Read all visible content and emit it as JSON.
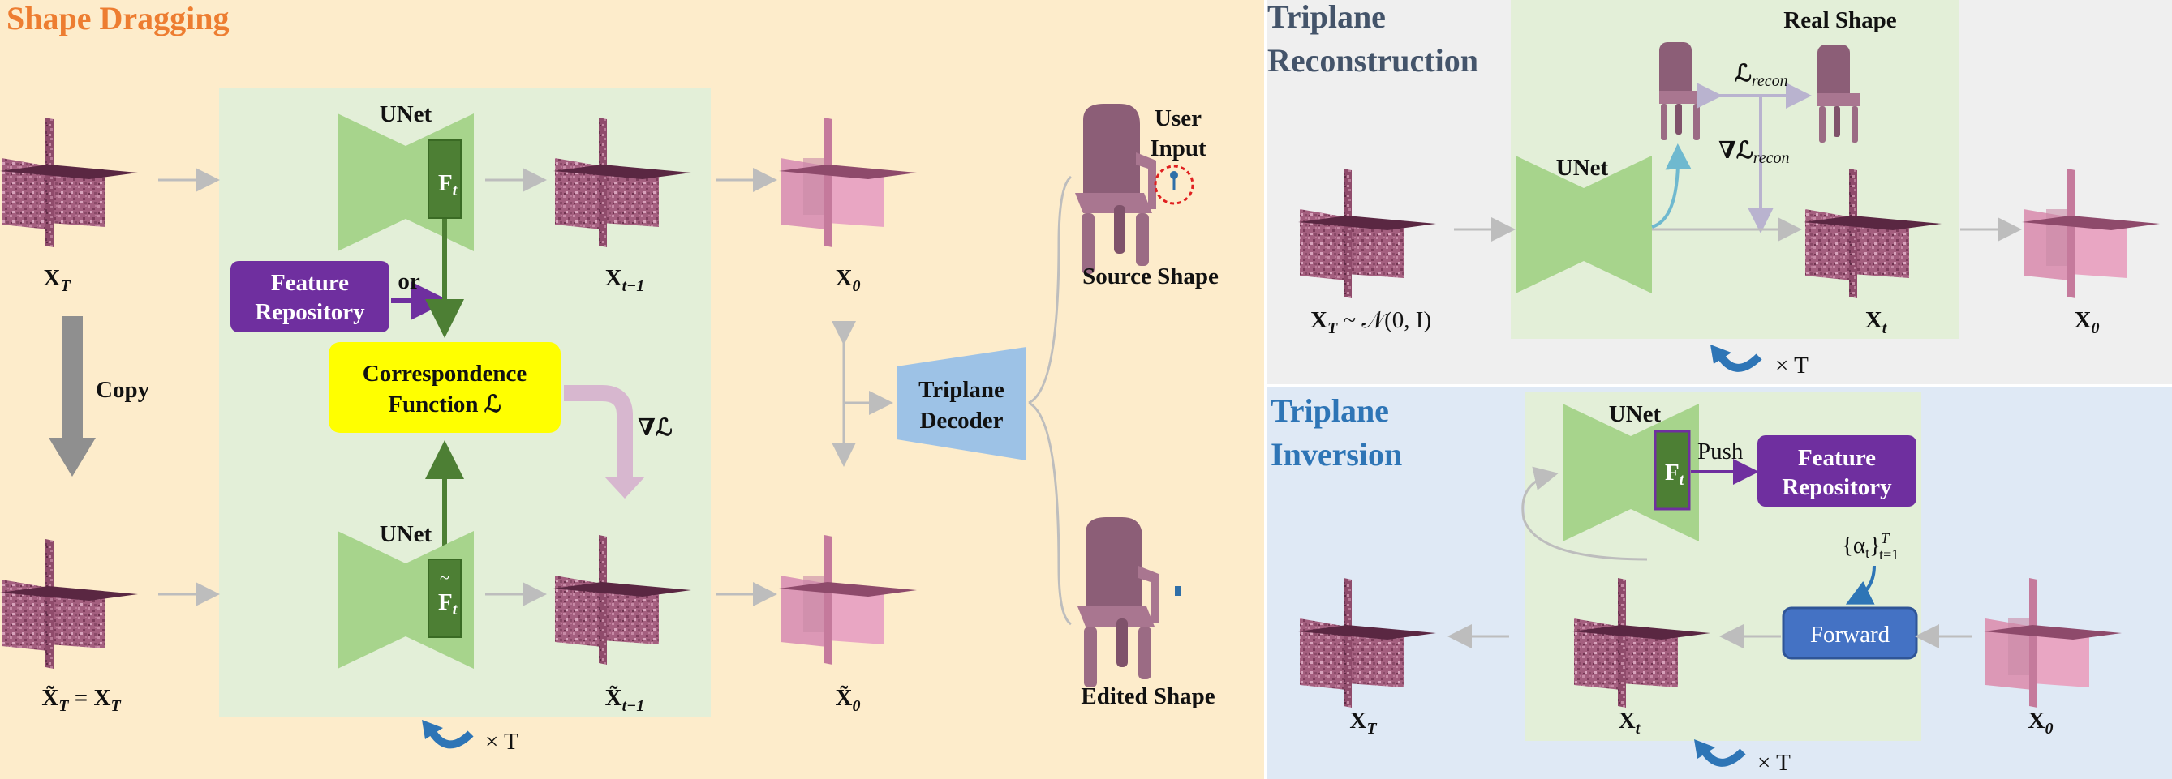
{
  "colors": {
    "drag_bg": "#fdeccb",
    "recon_bg": "#efefef",
    "inv_bg": "#dfe9f5",
    "green_box": "#e3efd8",
    "unet": "#a7d48c",
    "feat_dark": "#4d7f34",
    "purple": "#6f2f9f",
    "yellow": "#ffff00",
    "decoder": "#9dc2e6",
    "forward": "#4472c4",
    "drag_title": "#ed7d31",
    "recon_title": "#44546a",
    "inv_title": "#2e75b6",
    "triplane_dark": "#9b5a7b",
    "triplane_light": "#e8a8c4",
    "chair": "#9b6b84"
  },
  "drag": {
    "title": "Shape Dragging",
    "unet_top": "UNet",
    "unet_bottom": "UNet",
    "f_t": "F",
    "f_t_sub": "t",
    "or_text": "or",
    "feature_repo_line1": "Feature",
    "feature_repo_line2": "Repository",
    "corr_line1": "Correspondence",
    "corr_line2": "Function ℒ",
    "grad_l": "∇ℒ",
    "copy": "Copy",
    "decoder_line1": "Triplane",
    "decoder_line2": "Decoder",
    "user_input_line1": "User",
    "user_input_line2": "Input",
    "source_shape": "Source Shape",
    "edited_shape": "Edited Shape",
    "x_T": "X",
    "x_T_sub": "T",
    "x_t1": "X",
    "x_t1_sub": "t−1",
    "x_0": "X",
    "x_0_sub": "0",
    "xt_tilde": "X̃",
    "xt_tilde_rest": " = X",
    "xt_tilde_sub": "T",
    "xt1_tilde": "X̃",
    "xt1_tilde_sub": "t−1",
    "x0_tilde": "X̃",
    "x0_tilde_sub": "0",
    "times_T": "× T"
  },
  "recon": {
    "title_line1": "Triplane",
    "title_line2": "Reconstruction",
    "real_shape": "Real Shape",
    "unet": "UNet",
    "l_recon": "ℒ",
    "l_recon_sub": "recon",
    "grad_l_recon": "∇ℒ",
    "x_T_noise": "X",
    "x_T_noise_sub": "T",
    "x_T_noise_rest": " ~ 𝒩(0, I)",
    "x_t": "X",
    "x_t_sub": "t",
    "x_0": "X",
    "x_0_sub": "0",
    "times_T": "× T"
  },
  "inv": {
    "title_line1": "Triplane",
    "title_line2": "Inversion",
    "unet": "UNet",
    "push": "Push",
    "feature_repo_line1": "Feature",
    "feature_repo_line2": "Repository",
    "alpha": "{α",
    "alpha_sub": "t",
    "alpha_rest": "}",
    "alpha_sup": "T",
    "alpha_sub2": "t=1",
    "forward": "Forward",
    "x_T": "X",
    "x_T_sub": "T",
    "x_t": "X",
    "x_t_sub": "t",
    "x_0": "X",
    "x_0_sub": "0",
    "times_T": "× T"
  }
}
